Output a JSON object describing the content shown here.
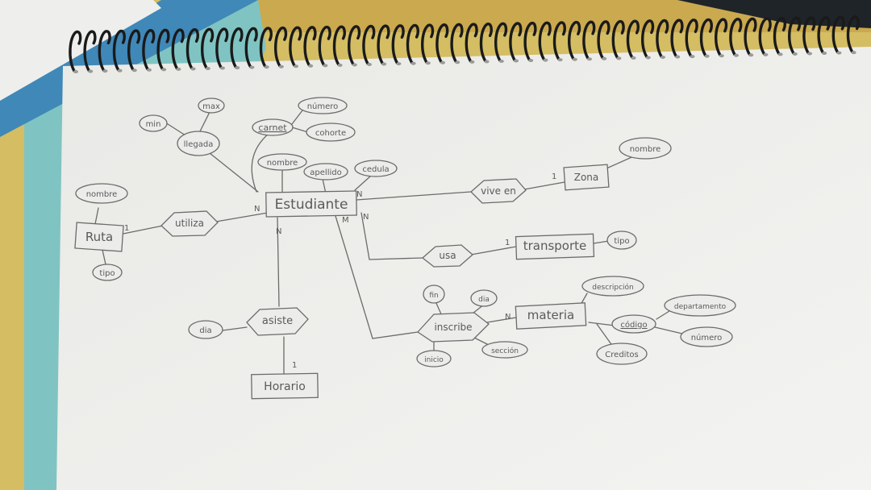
{
  "diagram": {
    "entities": {
      "estudiante": "Estudiante",
      "zona": "Zona",
      "ruta": "Ruta",
      "transporte": "transporte",
      "materia": "materia",
      "horario": "Horario"
    },
    "relationships": {
      "vive_en": "vive en",
      "utiliza": "utiliza",
      "usa": "usa",
      "inscribe": "inscribe",
      "asiste": "asiste"
    },
    "attributes": {
      "min": "min",
      "max": "max",
      "llegada": "llegada",
      "carnet": "carnet",
      "numero_carnet": "número",
      "cohorte": "cohorte",
      "nombre_est": "nombre",
      "apellido": "apellido",
      "cedula": "cedula",
      "nombre_zona": "nombre",
      "nombre_ruta": "nombre",
      "tipo_ruta": "tipo",
      "tipo_transporte": "tipo",
      "descripcion": "descripción",
      "codigo": "código",
      "departamento": "departamento",
      "numero_codigo": "número",
      "creditos": "Creditos",
      "fin": "fin",
      "dia_inscribe": "dia",
      "inicio": "inicio",
      "seccion": "sección",
      "dia_asiste": "dia"
    },
    "cardinalities": {
      "est_utiliza": "N",
      "ruta_utiliza": "1",
      "est_vive": "N",
      "zona_vive": "1",
      "est_usa": "N",
      "transporte_usa": "1",
      "est_inscribe": "M",
      "materia_inscribe": "N",
      "est_asiste": "N",
      "horario_asiste": "1"
    },
    "colors": {
      "paper": "#ececea",
      "ink": "#6b6b6b",
      "spiral": "#1a1a1a",
      "table_yellow": "#d9c36a",
      "folder_teal": "#7fc4c2"
    }
  }
}
